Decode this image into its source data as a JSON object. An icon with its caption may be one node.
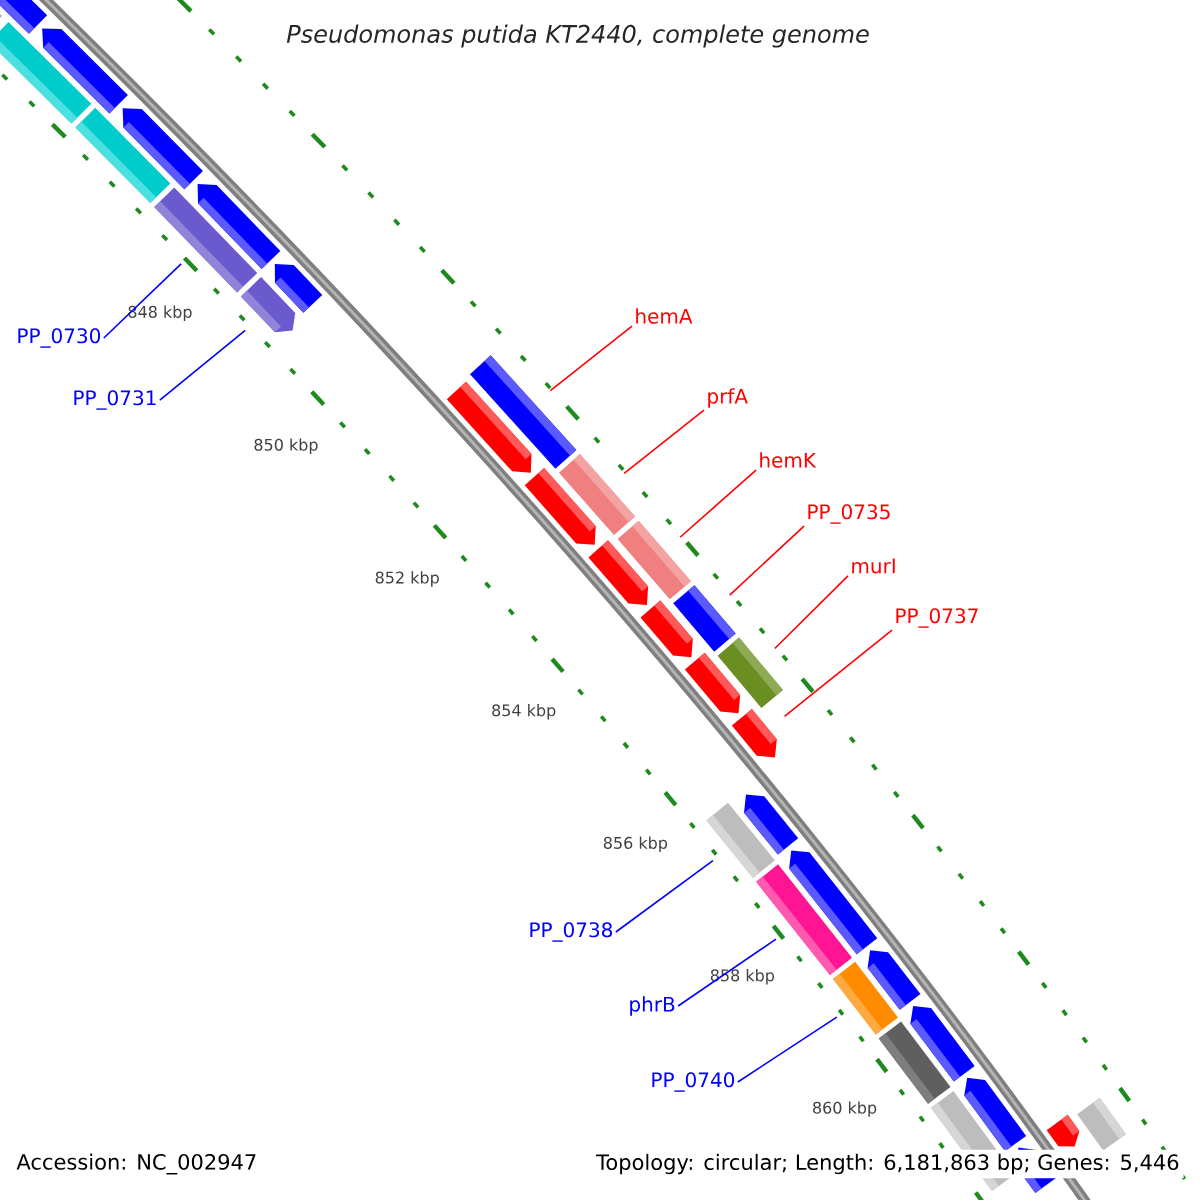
{
  "diagram": {
    "title": "Pseudomonas putida KT2440, complete genome",
    "nodes": [
      {
        "text": [
          "PP_0730"
        ]
      },
      {
        "text": [
          "PP_0731"
        ]
      },
      {
        "text": [
          "hemA"
        ]
      },
      {
        "text": [
          "prfA"
        ]
      },
      {
        "text": [
          "hemK"
        ]
      },
      {
        "text": [
          "PP_0735"
        ]
      },
      {
        "text": [
          "murI"
        ]
      },
      {
        "text": [
          "PP_0737"
        ]
      },
      {
        "text": [
          "PP_0738"
        ]
      },
      {
        "text": [
          "phrB"
        ]
      },
      {
        "text": [
          "PP_0740"
        ]
      },
      {
        "text": [],
        "shape": "bar"
      },
      {
        "text": [],
        "shape": "bar"
      },
      {
        "text": [],
        "shape": "bar"
      },
      {
        "text": [],
        "shape": "bar"
      },
      {
        "text": [],
        "shape": "bar"
      },
      {
        "text": [],
        "shape": "bar"
      },
      {
        "text": [],
        "shape": "bar"
      },
      {
        "text": [],
        "shape": "bar"
      },
      {
        "text": [],
        "shape": "bar"
      },
      {
        "text": [],
        "shape": "bar"
      },
      {
        "text": [],
        "shape": "bar"
      },
      {
        "text": [],
        "shape": "bar"
      },
      {
        "text": [],
        "shape": "bar"
      },
      {
        "text": [],
        "shape": "bar"
      },
      {
        "text": [],
        "shape": "bar"
      },
      {
        "text": [],
        "shape": "bar"
      },
      {
        "text": [],
        "shape": "bar"
      },
      {
        "text": [],
        "shape": "bar"
      },
      {
        "text": [],
        "shape": "bar"
      },
      {
        "text": [],
        "shape": "bar"
      },
      {
        "text": [],
        "shape": "bar"
      },
      {
        "text": [],
        "shape": "bar"
      },
      {
        "text": [],
        "shape": "bar"
      },
      {
        "text": [],
        "shape": "bar"
      },
      {
        "text": [],
        "shape": "bar"
      },
      {
        "text": [],
        "shape": "bar"
      },
      {
        "text": [],
        "shape": "bar"
      },
      {
        "text": [],
        "shape": "bar"
      },
      {
        "text": [],
        "shape": "bar"
      },
      {
        "text": [],
        "shape": "bar"
      },
      {
        "text": [],
        "shape": "bar"
      },
      {
        "text": [],
        "shape": "bar"
      },
      {
        "text": [],
        "shape": "bar"
      },
      {
        "text": [],
        "shape": "bar"
      }
    ],
    "edges": [
      {
        "from": 0,
        "to": 11,
        "arrow": "none",
        "color": "#0000ff"
      },
      {
        "from": 1,
        "to": 12,
        "arrow": "none",
        "color": "#0000ff"
      },
      {
        "from": 2,
        "to": 13,
        "arrow": "none"
      },
      {
        "from": 3,
        "to": 14,
        "arrow": "none"
      },
      {
        "from": 4,
        "to": 15,
        "arrow": "none"
      },
      {
        "from": 5,
        "to": 16,
        "arrow": "none"
      },
      {
        "from": 6,
        "to": 17,
        "arrow": "none"
      },
      {
        "from": 7,
        "to": 18,
        "arrow": "none"
      },
      {
        "from": 8,
        "to": 19,
        "arrow": "none",
        "color": "#0000ff"
      },
      {
        "from": 9,
        "to": 20,
        "arrow": "none",
        "color": "#0000ff"
      },
      {
        "from": 10,
        "to": 21,
        "arrow": "none",
        "color": "#0000ff"
      }
    ],
    "labels": [
      "848 kbp",
      "850 kbp",
      "852 kbp",
      "854 kbp",
      "856 kbp",
      "858 kbp",
      "860 kbp",
      "Accession: NC_002947",
      "Topology: circular; Length: 6,181,863 bp; Genes: 5,446"
    ]
  }
}
